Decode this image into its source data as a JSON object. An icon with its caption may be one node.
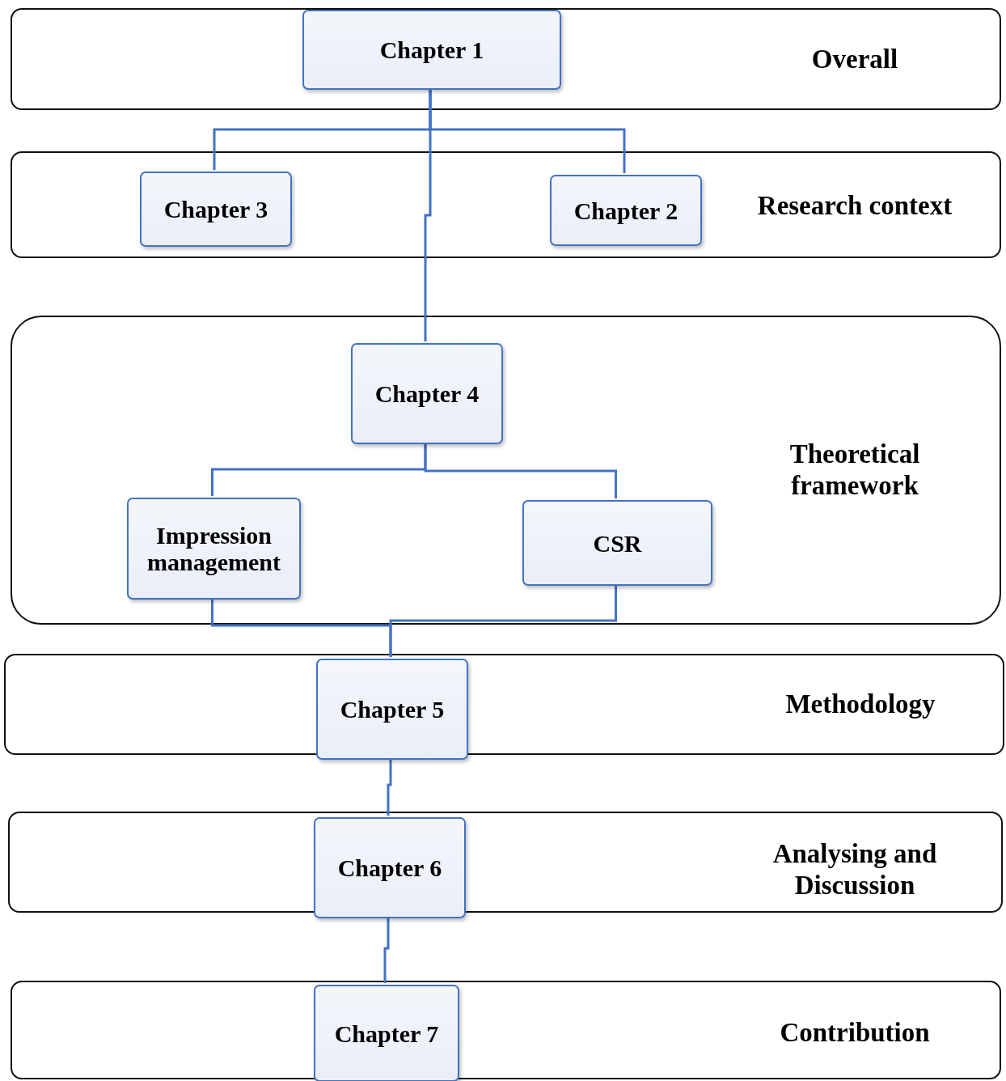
{
  "diagram": {
    "nodes": [
      {
        "text": [
          "Overall"
        ]
      },
      {
        "text": [
          "Chapter 1"
        ],
        "in": 0
      },
      {
        "text": [
          "Research context"
        ]
      },
      {
        "text": [
          "Chapter 3"
        ],
        "in": 2
      },
      {
        "text": [
          "Chapter 2"
        ],
        "in": 2
      },
      {
        "text": [
          "Theoretical framework"
        ]
      },
      {
        "text": [
          "Chapter 4"
        ],
        "in": 5
      },
      {
        "text": [
          "Impression management"
        ],
        "in": 5
      },
      {
        "text": [
          "CSR"
        ],
        "in": 5
      },
      {
        "text": [
          "Methodology"
        ]
      },
      {
        "text": [
          "Chapter 5"
        ],
        "in": 9
      },
      {
        "text": [
          "Analysing and Discussion"
        ]
      },
      {
        "text": [
          "Chapter 6"
        ],
        "in": 11
      },
      {
        "text": [
          "Contribution"
        ]
      },
      {
        "text": [
          "Chapter 7"
        ],
        "in": 13
      }
    ],
    "edges": [
      {
        "from": 1,
        "to": 3,
        "arrow": "none"
      },
      {
        "from": 1,
        "to": 4,
        "arrow": "none"
      },
      {
        "from": 1,
        "to": 6,
        "arrow": "none"
      },
      {
        "from": 6,
        "to": 7,
        "arrow": "none"
      },
      {
        "from": 6,
        "to": 8,
        "arrow": "none"
      },
      {
        "from": 7,
        "to": 10,
        "arrow": "none"
      },
      {
        "from": 8,
        "to": 10,
        "arrow": "none"
      },
      {
        "from": 10,
        "to": 12,
        "arrow": "none"
      },
      {
        "from": 12,
        "to": 14,
        "arrow": "none"
      }
    ]
  }
}
